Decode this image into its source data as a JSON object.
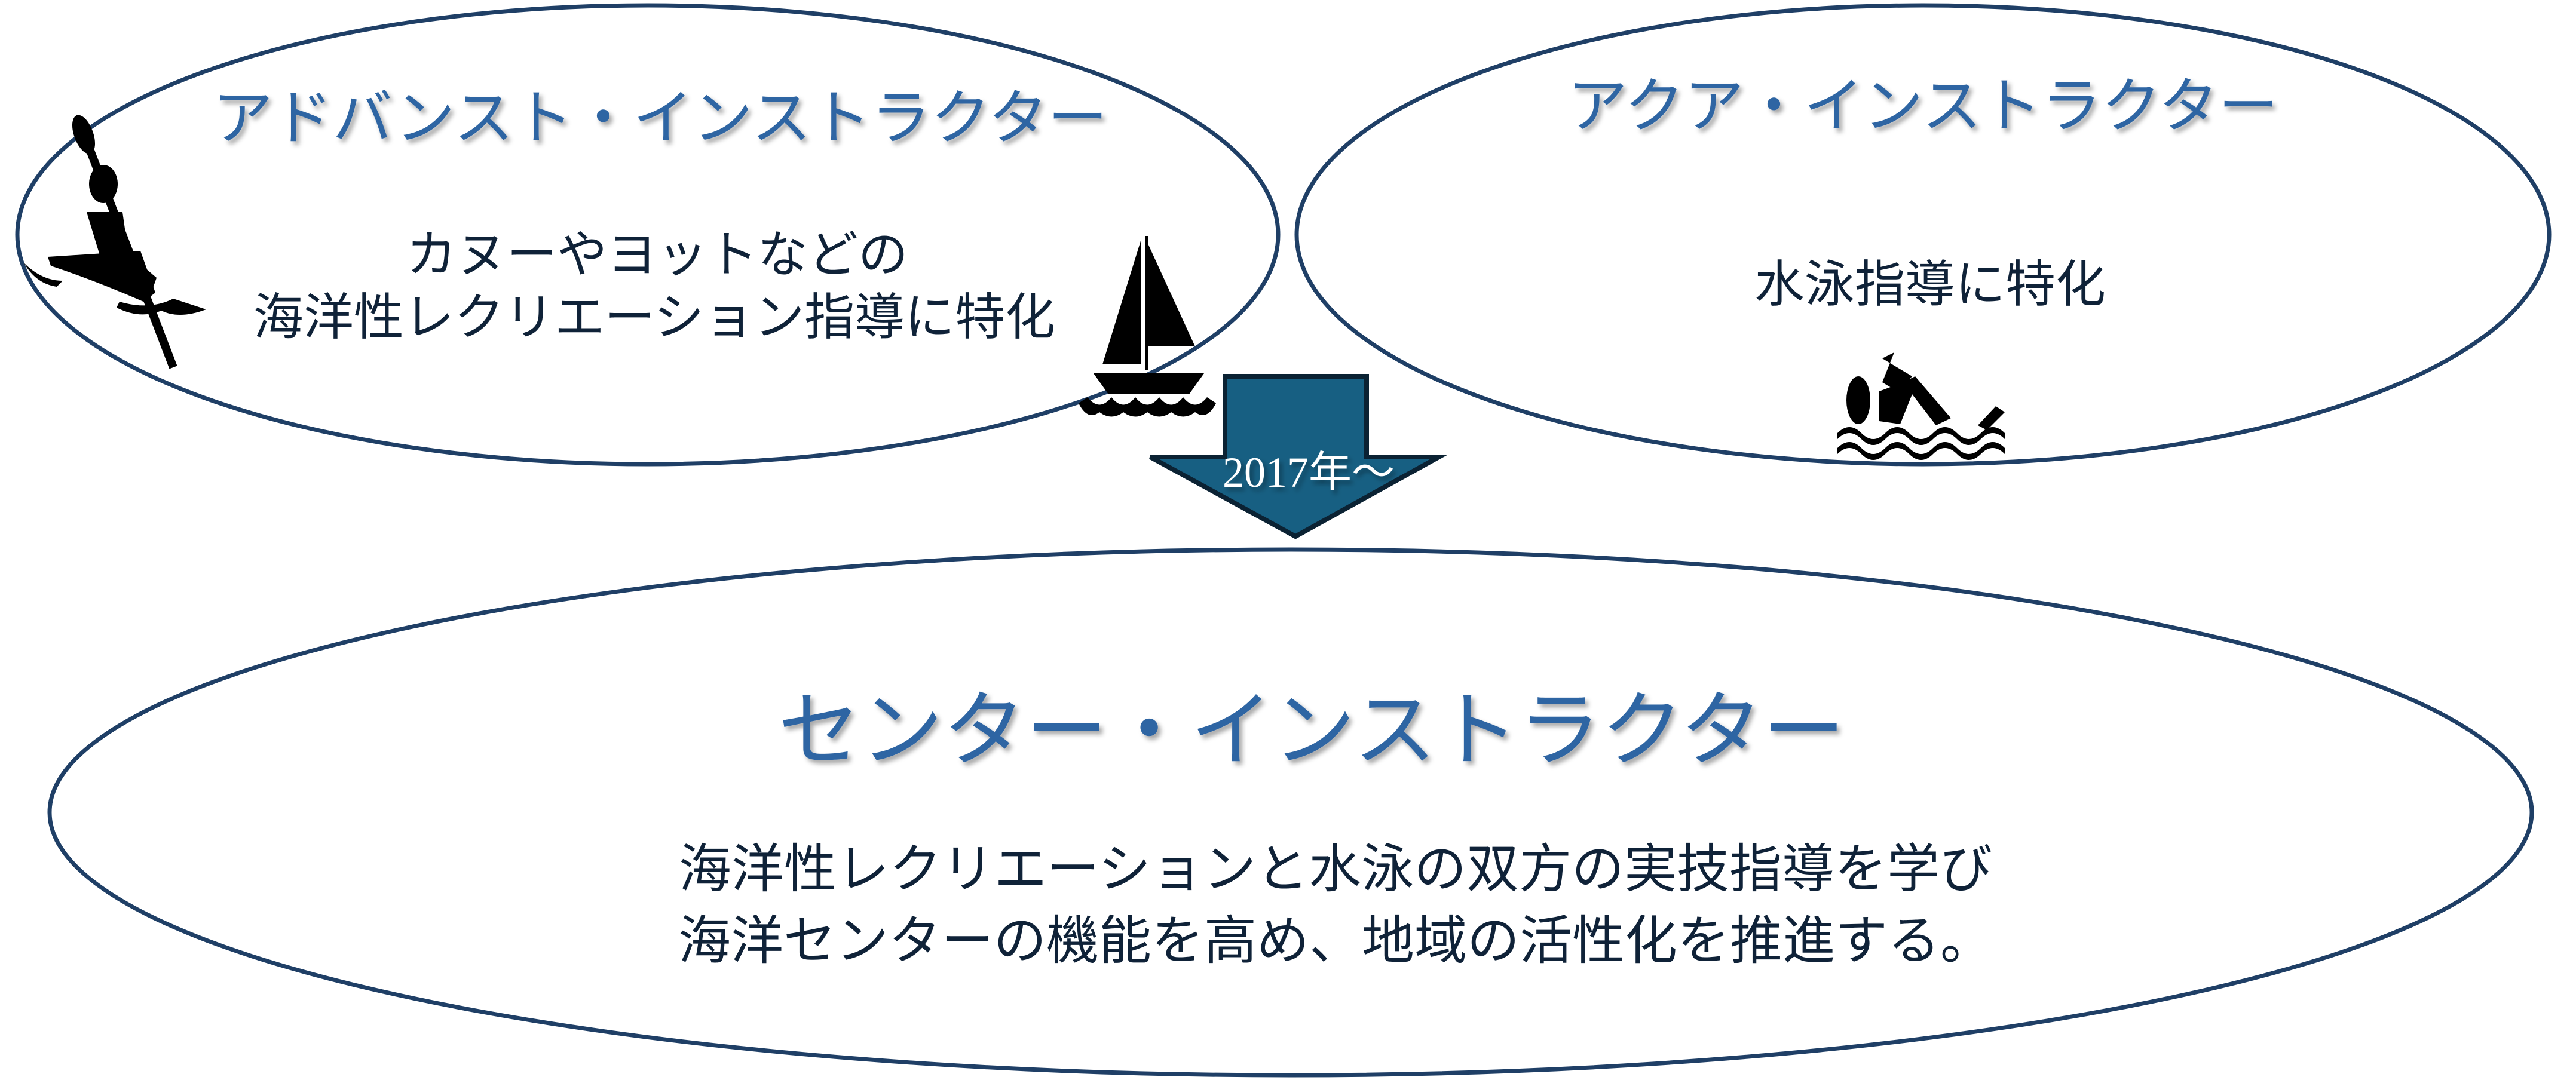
{
  "colors": {
    "ellipse_stroke": "#1f3f66",
    "title_text": "#2f65a3",
    "arrow_fill": "#175f82",
    "arrow_stroke": "#0b2233",
    "icon": "#000000"
  },
  "advanced": {
    "title": "アドバンスト・インストラクター",
    "line1": "カヌーやヨットなどの",
    "line2": "海洋性レクリエーション指導に特化",
    "icons": [
      "kayak-icon",
      "sailboat-icon"
    ]
  },
  "aqua": {
    "title": "アクア・インストラクター",
    "line1": "水泳指導に特化",
    "icons": [
      "swimmer-icon"
    ]
  },
  "arrow": {
    "label": "2017年～"
  },
  "center": {
    "title": "センター・インストラクター",
    "line1": "海洋性レクリエーションと水泳の双方の実技指導を学び",
    "line2": "海洋センターの機能を高め、地域の活性化を推進する。"
  }
}
